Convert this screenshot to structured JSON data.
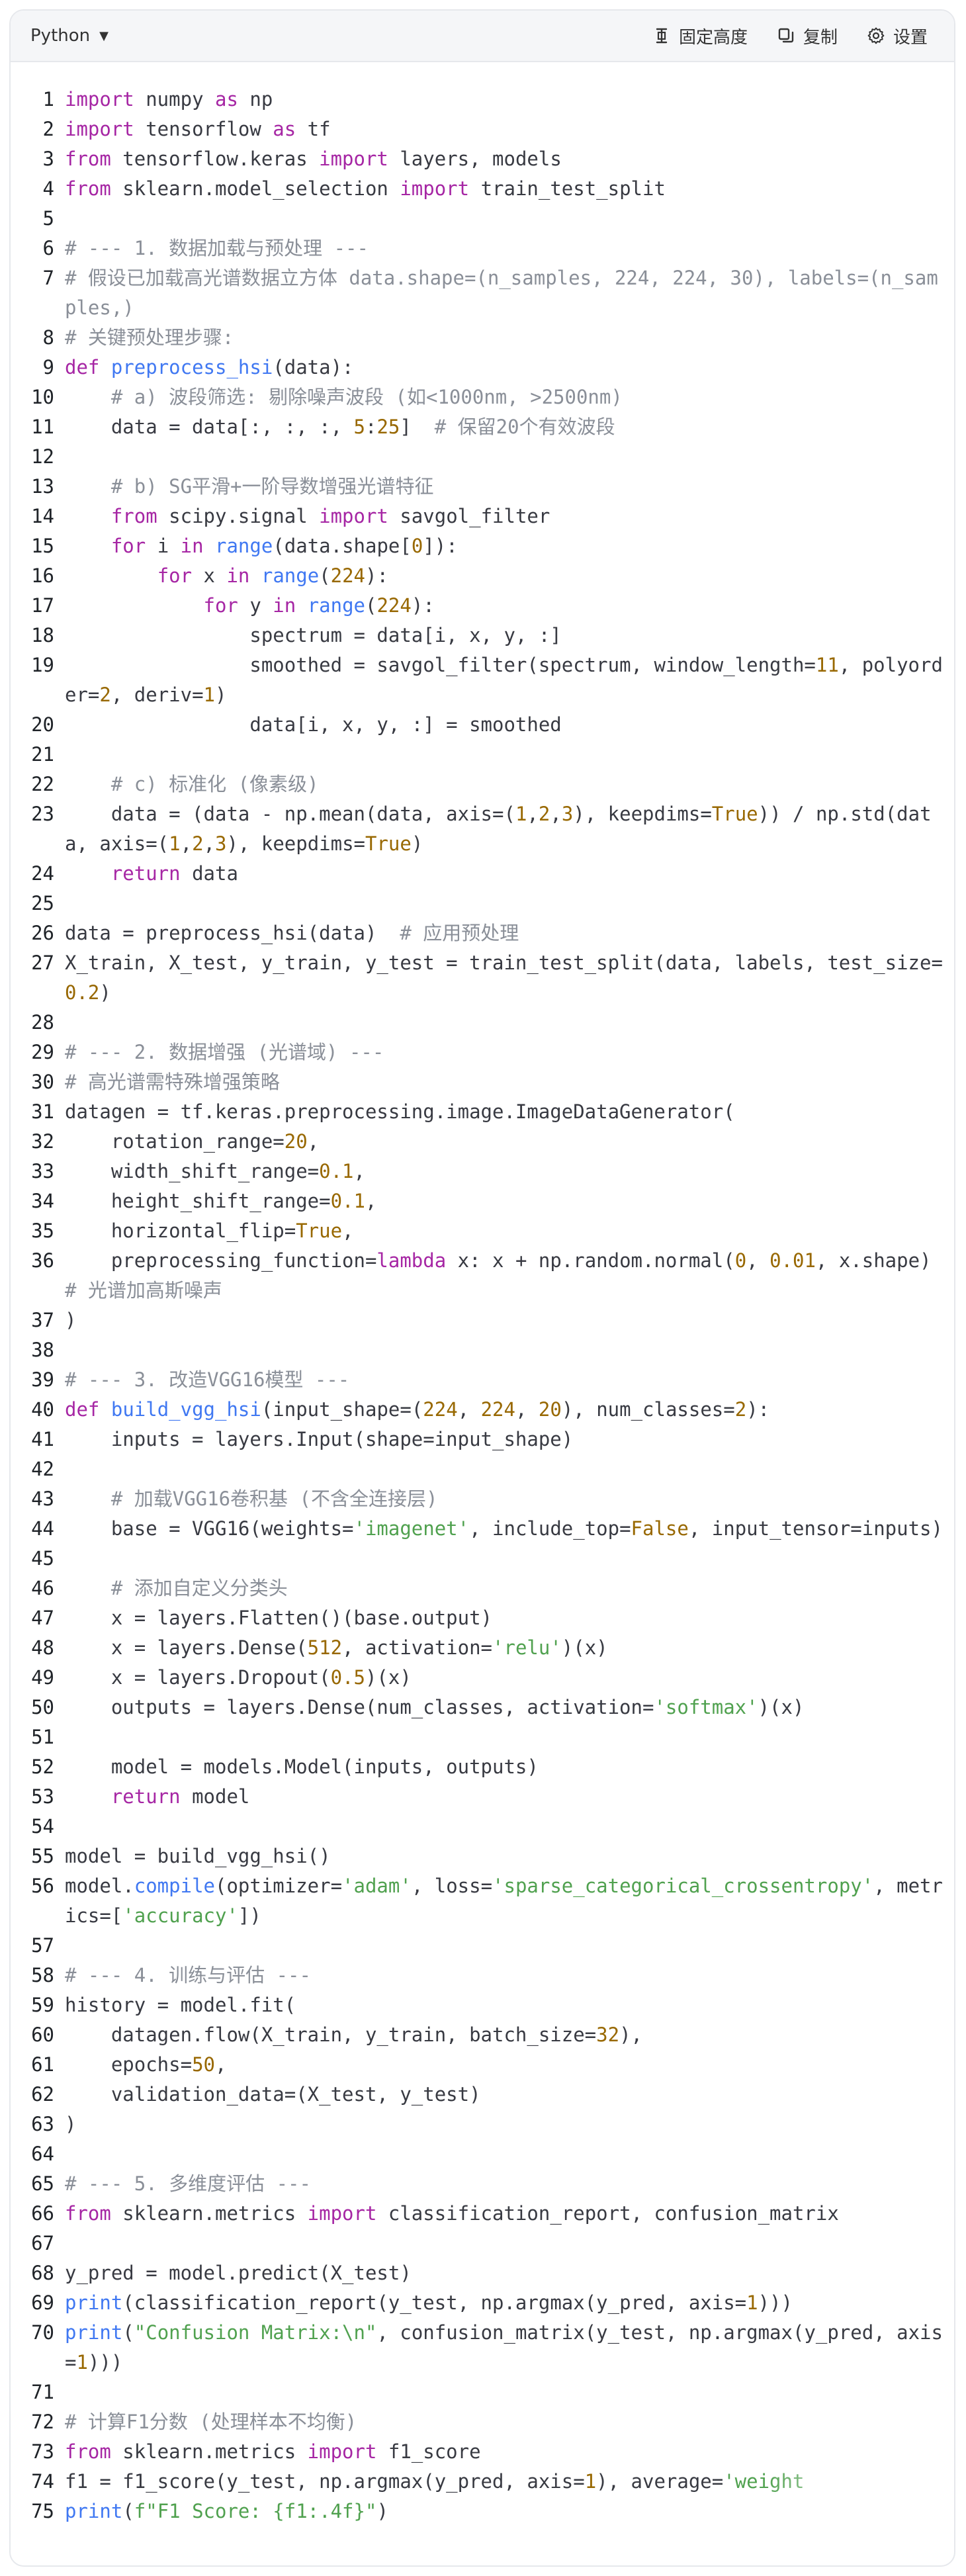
{
  "toolbar": {
    "language": "Python",
    "fix_height_label": "固定高度",
    "copy_label": "复制",
    "settings_label": "设置"
  },
  "code": [
    {
      "n": "1",
      "t": [
        [
          "k",
          "import"
        ],
        [
          "p",
          " numpy "
        ],
        [
          "k",
          "as"
        ],
        [
          "p",
          " np"
        ]
      ]
    },
    {
      "n": "2",
      "t": [
        [
          "k",
          "import"
        ],
        [
          "p",
          " tensorflow "
        ],
        [
          "k",
          "as"
        ],
        [
          "p",
          " tf"
        ]
      ]
    },
    {
      "n": "3",
      "t": [
        [
          "k",
          "from"
        ],
        [
          "p",
          " tensorflow.keras "
        ],
        [
          "k",
          "import"
        ],
        [
          "p",
          " layers, models"
        ]
      ]
    },
    {
      "n": "4",
      "t": [
        [
          "k",
          "from"
        ],
        [
          "p",
          " sklearn.model_selection "
        ],
        [
          "k",
          "import"
        ],
        [
          "p",
          " train_test_split"
        ]
      ]
    },
    {
      "n": "5",
      "t": []
    },
    {
      "n": "6",
      "t": [
        [
          "c",
          "# --- 1. 数据加载与预处理 ---"
        ]
      ]
    },
    {
      "n": "7",
      "t": [
        [
          "c",
          "# 假设已加载高光谱数据立方体 data.shape=(n_samples, 224, 224, 30), labels=(n_samples,)"
        ]
      ]
    },
    {
      "n": "8",
      "t": [
        [
          "c",
          "# 关键预处理步骤:"
        ]
      ]
    },
    {
      "n": "9",
      "t": [
        [
          "k",
          "def"
        ],
        [
          "p",
          " "
        ],
        [
          "f",
          "preprocess_hsi"
        ],
        [
          "p",
          "(data):"
        ]
      ]
    },
    {
      "n": "10",
      "t": [
        [
          "p",
          "    "
        ],
        [
          "c",
          "# a) 波段筛选: 剔除噪声波段 (如<1000nm, >2500nm)"
        ]
      ]
    },
    {
      "n": "11",
      "t": [
        [
          "p",
          "    data = data[:, :, :, "
        ],
        [
          "n",
          "5"
        ],
        [
          "p",
          ":"
        ],
        [
          "n",
          "25"
        ],
        [
          "p",
          "]  "
        ],
        [
          "c",
          "# 保留20个有效波段"
        ]
      ]
    },
    {
      "n": "12",
      "t": []
    },
    {
      "n": "13",
      "t": [
        [
          "p",
          "    "
        ],
        [
          "c",
          "# b) SG平滑+一阶导数增强光谱特征"
        ]
      ]
    },
    {
      "n": "14",
      "t": [
        [
          "p",
          "    "
        ],
        [
          "k",
          "from"
        ],
        [
          "p",
          " scipy.signal "
        ],
        [
          "k",
          "import"
        ],
        [
          "p",
          " savgol_filter"
        ]
      ]
    },
    {
      "n": "15",
      "t": [
        [
          "p",
          "    "
        ],
        [
          "k",
          "for"
        ],
        [
          "p",
          " i "
        ],
        [
          "k",
          "in"
        ],
        [
          "p",
          " "
        ],
        [
          "f",
          "range"
        ],
        [
          "p",
          "(data.shape["
        ],
        [
          "n",
          "0"
        ],
        [
          "p",
          "]):"
        ]
      ]
    },
    {
      "n": "16",
      "t": [
        [
          "p",
          "        "
        ],
        [
          "k",
          "for"
        ],
        [
          "p",
          " x "
        ],
        [
          "k",
          "in"
        ],
        [
          "p",
          " "
        ],
        [
          "f",
          "range"
        ],
        [
          "p",
          "("
        ],
        [
          "n",
          "224"
        ],
        [
          "p",
          "):"
        ]
      ]
    },
    {
      "n": "17",
      "t": [
        [
          "p",
          "            "
        ],
        [
          "k",
          "for"
        ],
        [
          "p",
          " y "
        ],
        [
          "k",
          "in"
        ],
        [
          "p",
          " "
        ],
        [
          "f",
          "range"
        ],
        [
          "p",
          "("
        ],
        [
          "n",
          "224"
        ],
        [
          "p",
          "):"
        ]
      ]
    },
    {
      "n": "18",
      "t": [
        [
          "p",
          "                spectrum = data[i, x, y, :]"
        ]
      ]
    },
    {
      "n": "19",
      "t": [
        [
          "p",
          "                smoothed = savgol_filter(spectrum, window_length="
        ],
        [
          "n",
          "11"
        ],
        [
          "p",
          ", polyorder="
        ],
        [
          "n",
          "2"
        ],
        [
          "p",
          ", deriv="
        ],
        [
          "n",
          "1"
        ],
        [
          "p",
          ")"
        ]
      ]
    },
    {
      "n": "20",
      "t": [
        [
          "p",
          "                data[i, x, y, :] = smoothed"
        ]
      ]
    },
    {
      "n": "21",
      "t": []
    },
    {
      "n": "22",
      "t": [
        [
          "p",
          "    "
        ],
        [
          "c",
          "# c) 标准化 (像素级)"
        ]
      ]
    },
    {
      "n": "23",
      "t": [
        [
          "p",
          "    data = (data - np.mean(data, axis=("
        ],
        [
          "n",
          "1"
        ],
        [
          "p",
          ","
        ],
        [
          "n",
          "2"
        ],
        [
          "p",
          ","
        ],
        [
          "n",
          "3"
        ],
        [
          "p",
          "), keepdims="
        ],
        [
          "n",
          "True"
        ],
        [
          "p",
          ")) / np.std(data, axis=("
        ],
        [
          "n",
          "1"
        ],
        [
          "p",
          ","
        ],
        [
          "n",
          "2"
        ],
        [
          "p",
          ","
        ],
        [
          "n",
          "3"
        ],
        [
          "p",
          "), keepdims="
        ],
        [
          "n",
          "True"
        ],
        [
          "p",
          ")"
        ]
      ]
    },
    {
      "n": "24",
      "t": [
        [
          "p",
          "    "
        ],
        [
          "k",
          "return"
        ],
        [
          "p",
          " data"
        ]
      ]
    },
    {
      "n": "25",
      "t": []
    },
    {
      "n": "26",
      "t": [
        [
          "p",
          "data = preprocess_hsi(data)  "
        ],
        [
          "c",
          "# 应用预处理"
        ]
      ]
    },
    {
      "n": "27",
      "t": [
        [
          "p",
          "X_train, X_test, y_train, y_test = train_test_split(data, labels, test_size="
        ],
        [
          "n",
          "0.2"
        ],
        [
          "p",
          ")"
        ]
      ]
    },
    {
      "n": "28",
      "t": []
    },
    {
      "n": "29",
      "t": [
        [
          "c",
          "# --- 2. 数据增强 (光谱域) ---"
        ]
      ]
    },
    {
      "n": "30",
      "t": [
        [
          "c",
          "# 高光谱需特殊增强策略"
        ]
      ]
    },
    {
      "n": "31",
      "t": [
        [
          "p",
          "datagen = tf.keras.preprocessing.image.ImageDataGenerator("
        ]
      ]
    },
    {
      "n": "32",
      "t": [
        [
          "p",
          "    rotation_range="
        ],
        [
          "n",
          "20"
        ],
        [
          "p",
          ","
        ]
      ]
    },
    {
      "n": "33",
      "t": [
        [
          "p",
          "    width_shift_range="
        ],
        [
          "n",
          "0.1"
        ],
        [
          "p",
          ","
        ]
      ]
    },
    {
      "n": "34",
      "t": [
        [
          "p",
          "    height_shift_range="
        ],
        [
          "n",
          "0.1"
        ],
        [
          "p",
          ","
        ]
      ]
    },
    {
      "n": "35",
      "t": [
        [
          "p",
          "    horizontal_flip="
        ],
        [
          "n",
          "True"
        ],
        [
          "p",
          ","
        ]
      ]
    },
    {
      "n": "36",
      "t": [
        [
          "p",
          "    preprocessing_function="
        ],
        [
          "k",
          "lambda"
        ],
        [
          "p",
          " x: x + np.random.normal("
        ],
        [
          "n",
          "0"
        ],
        [
          "p",
          ", "
        ],
        [
          "n",
          "0.01"
        ],
        [
          "p",
          ", x.shape)  "
        ],
        [
          "c",
          "# 光谱加高斯噪声"
        ]
      ]
    },
    {
      "n": "37",
      "t": [
        [
          "p",
          ")"
        ]
      ]
    },
    {
      "n": "38",
      "t": []
    },
    {
      "n": "39",
      "t": [
        [
          "c",
          "# --- 3. 改造VGG16模型 ---"
        ]
      ]
    },
    {
      "n": "40",
      "t": [
        [
          "k",
          "def"
        ],
        [
          "p",
          " "
        ],
        [
          "f",
          "build_vgg_hsi"
        ],
        [
          "p",
          "(input_shape=("
        ],
        [
          "n",
          "224"
        ],
        [
          "p",
          ", "
        ],
        [
          "n",
          "224"
        ],
        [
          "p",
          ", "
        ],
        [
          "n",
          "20"
        ],
        [
          "p",
          "), num_classes="
        ],
        [
          "n",
          "2"
        ],
        [
          "p",
          "):"
        ]
      ]
    },
    {
      "n": "41",
      "t": [
        [
          "p",
          "    inputs = layers.Input(shape=input_shape)"
        ]
      ]
    },
    {
      "n": "42",
      "t": []
    },
    {
      "n": "43",
      "t": [
        [
          "p",
          "    "
        ],
        [
          "c",
          "# 加载VGG16卷积基 (不含全连接层)"
        ]
      ]
    },
    {
      "n": "44",
      "t": [
        [
          "p",
          "    base = VGG16(weights="
        ],
        [
          "s",
          "'imagenet'"
        ],
        [
          "p",
          ", include_top="
        ],
        [
          "n",
          "False"
        ],
        [
          "p",
          ", input_tensor=inputs)"
        ]
      ]
    },
    {
      "n": "45",
      "t": []
    },
    {
      "n": "46",
      "t": [
        [
          "p",
          "    "
        ],
        [
          "c",
          "# 添加自定义分类头"
        ]
      ]
    },
    {
      "n": "47",
      "t": [
        [
          "p",
          "    x = layers.Flatten()(base.output)"
        ]
      ]
    },
    {
      "n": "48",
      "t": [
        [
          "p",
          "    x = layers.Dense("
        ],
        [
          "n",
          "512"
        ],
        [
          "p",
          ", activation="
        ],
        [
          "s",
          "'relu'"
        ],
        [
          "p",
          ")(x)"
        ]
      ]
    },
    {
      "n": "49",
      "t": [
        [
          "p",
          "    x = layers.Dropout("
        ],
        [
          "n",
          "0.5"
        ],
        [
          "p",
          ")(x)"
        ]
      ]
    },
    {
      "n": "50",
      "t": [
        [
          "p",
          "    outputs = layers.Dense(num_classes, activation="
        ],
        [
          "s",
          "'softmax'"
        ],
        [
          "p",
          ")(x)"
        ]
      ]
    },
    {
      "n": "51",
      "t": []
    },
    {
      "n": "52",
      "t": [
        [
          "p",
          "    model = models.Model(inputs, outputs)"
        ]
      ]
    },
    {
      "n": "53",
      "t": [
        [
          "p",
          "    "
        ],
        [
          "k",
          "return"
        ],
        [
          "p",
          " model"
        ]
      ]
    },
    {
      "n": "54",
      "t": []
    },
    {
      "n": "55",
      "t": [
        [
          "p",
          "model = build_vgg_hsi()"
        ]
      ]
    },
    {
      "n": "56",
      "t": [
        [
          "p",
          "model."
        ],
        [
          "f",
          "compile"
        ],
        [
          "p",
          "(optimizer="
        ],
        [
          "s",
          "'adam'"
        ],
        [
          "p",
          ", loss="
        ],
        [
          "s",
          "'sparse_categorical_crossentropy'"
        ],
        [
          "p",
          ", metrics=["
        ],
        [
          "s",
          "'accuracy'"
        ],
        [
          "p",
          "])"
        ]
      ]
    },
    {
      "n": "57",
      "t": []
    },
    {
      "n": "58",
      "t": [
        [
          "c",
          "# --- 4. 训练与评估 ---"
        ]
      ]
    },
    {
      "n": "59",
      "t": [
        [
          "p",
          "history = model.fit("
        ]
      ]
    },
    {
      "n": "60",
      "t": [
        [
          "p",
          "    datagen.flow(X_train, y_train, batch_size="
        ],
        [
          "n",
          "32"
        ],
        [
          "p",
          "),"
        ]
      ]
    },
    {
      "n": "61",
      "t": [
        [
          "p",
          "    epochs="
        ],
        [
          "n",
          "50"
        ],
        [
          "p",
          ","
        ]
      ]
    },
    {
      "n": "62",
      "t": [
        [
          "p",
          "    validation_data=(X_test, y_test)"
        ]
      ]
    },
    {
      "n": "63",
      "t": [
        [
          "p",
          ")"
        ]
      ]
    },
    {
      "n": "64",
      "t": []
    },
    {
      "n": "65",
      "t": [
        [
          "c",
          "# --- 5. 多维度评估 ---"
        ]
      ]
    },
    {
      "n": "66",
      "t": [
        [
          "k",
          "from"
        ],
        [
          "p",
          " sklearn.metrics "
        ],
        [
          "k",
          "import"
        ],
        [
          "p",
          " classification_report, confusion_matrix"
        ]
      ]
    },
    {
      "n": "67",
      "t": []
    },
    {
      "n": "68",
      "t": [
        [
          "p",
          "y_pred = model.predict(X_test)"
        ]
      ]
    },
    {
      "n": "69",
      "t": [
        [
          "f",
          "print"
        ],
        [
          "p",
          "(classification_report(y_test, np.argmax(y_pred, axis="
        ],
        [
          "n",
          "1"
        ],
        [
          "p",
          ")))"
        ]
      ]
    },
    {
      "n": "70",
      "t": [
        [
          "f",
          "print"
        ],
        [
          "p",
          "("
        ],
        [
          "s",
          "\"Confusion Matrix:\\n\""
        ],
        [
          "p",
          ", confusion_matrix(y_test, np.argmax(y_pred, axis="
        ],
        [
          "n",
          "1"
        ],
        [
          "p",
          ")))"
        ]
      ]
    },
    {
      "n": "71",
      "t": []
    },
    {
      "n": "72",
      "t": [
        [
          "c",
          "# 计算F1分数 (处理样本不均衡)"
        ]
      ]
    },
    {
      "n": "73",
      "t": [
        [
          "k",
          "from"
        ],
        [
          "p",
          " sklearn.metrics "
        ],
        [
          "k",
          "import"
        ],
        [
          "p",
          " f1_score"
        ]
      ]
    },
    {
      "n": "74",
      "t": [
        [
          "p",
          "f1 = f1_score(y_test, np.argmax(y_pred, axis="
        ],
        [
          "n",
          "1"
        ],
        [
          "p",
          "), average="
        ],
        [
          "s",
          "'weight"
        ]
      ],
      "fade": true
    },
    {
      "n": "75",
      "t": [
        [
          "f",
          "print"
        ],
        [
          "p",
          "("
        ],
        [
          "s",
          "f\"F1 Score: {f1:.4f}\""
        ],
        [
          "p",
          ")"
        ]
      ]
    }
  ]
}
